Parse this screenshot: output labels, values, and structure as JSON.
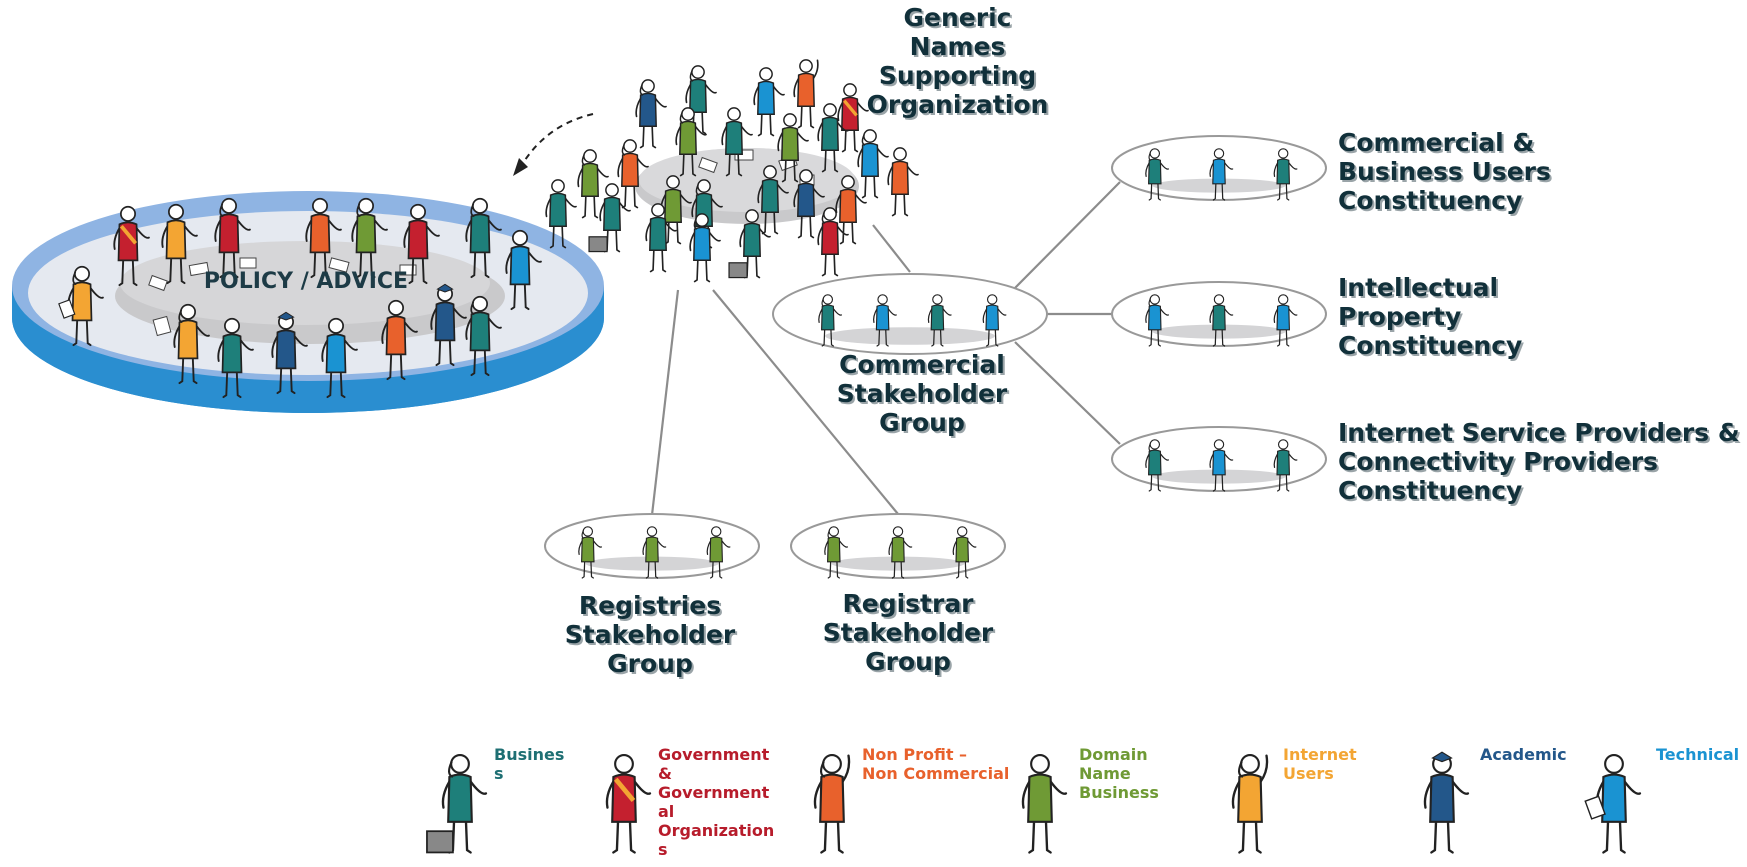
{
  "policy_label": "POLICY / ADVICE",
  "gnso_label": [
    "Generic",
    "Names",
    "Supporting",
    "Organization"
  ],
  "csg_label": [
    "Commercial",
    "Stakeholder",
    "Group"
  ],
  "rysg_label": [
    "Registries",
    "Stakeholder",
    "Group"
  ],
  "rrsg_label": [
    "Registrar",
    "Stakeholder",
    "Group"
  ],
  "constituencies": [
    {
      "lines": [
        "Commercial &",
        "Business Users",
        "Constituency"
      ]
    },
    {
      "lines": [
        "Intellectual",
        "Property",
        "Constituency"
      ]
    },
    {
      "lines": [
        "Internet Service Providers &",
        "Connectivity Providers",
        "Constituency"
      ]
    }
  ],
  "legend": [
    {
      "lines": [
        "Busines",
        "s"
      ],
      "color": "#1e6f73"
    },
    {
      "lines": [
        "Government",
        "&",
        "Government",
        "al",
        "Organization",
        "s"
      ],
      "color": "#b71c2b"
    },
    {
      "lines": [
        "Non Profit –",
        "Non Commercial"
      ],
      "color": "#e8612c"
    },
    {
      "lines": [
        "Domain",
        "Name",
        "Business"
      ],
      "color": "#6f9a35"
    },
    {
      "lines": [
        "Internet",
        "Users"
      ],
      "color": "#f3a533"
    },
    {
      "lines": [
        "Academic"
      ],
      "color": "#23578a"
    },
    {
      "lines": [
        "Technical"
      ],
      "color": "#1a93d2"
    }
  ],
  "colors": {
    "teal": "#1e7f7a",
    "blue": "#1a93d2",
    "orange": "#e8612c",
    "green": "#6f9a35",
    "red": "#c4202f",
    "yellow": "#f3a533",
    "navy": "#23578a"
  }
}
